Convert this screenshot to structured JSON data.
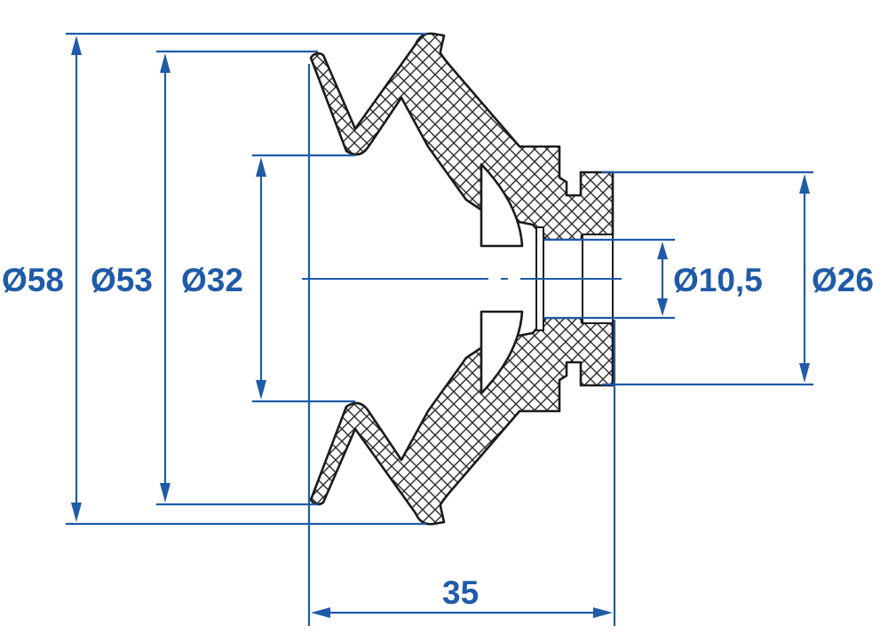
{
  "drawing": {
    "colors": {
      "dimension": "#1f5ba8",
      "outline": "#1a1a1a",
      "hatch": "#2a2a2a",
      "background": "#ffffff"
    },
    "dimensions": {
      "d58": "Ø58",
      "d53": "Ø53",
      "d32": "Ø32",
      "d10_5": "Ø10,5",
      "d26": "Ø26",
      "length": "35"
    }
  }
}
